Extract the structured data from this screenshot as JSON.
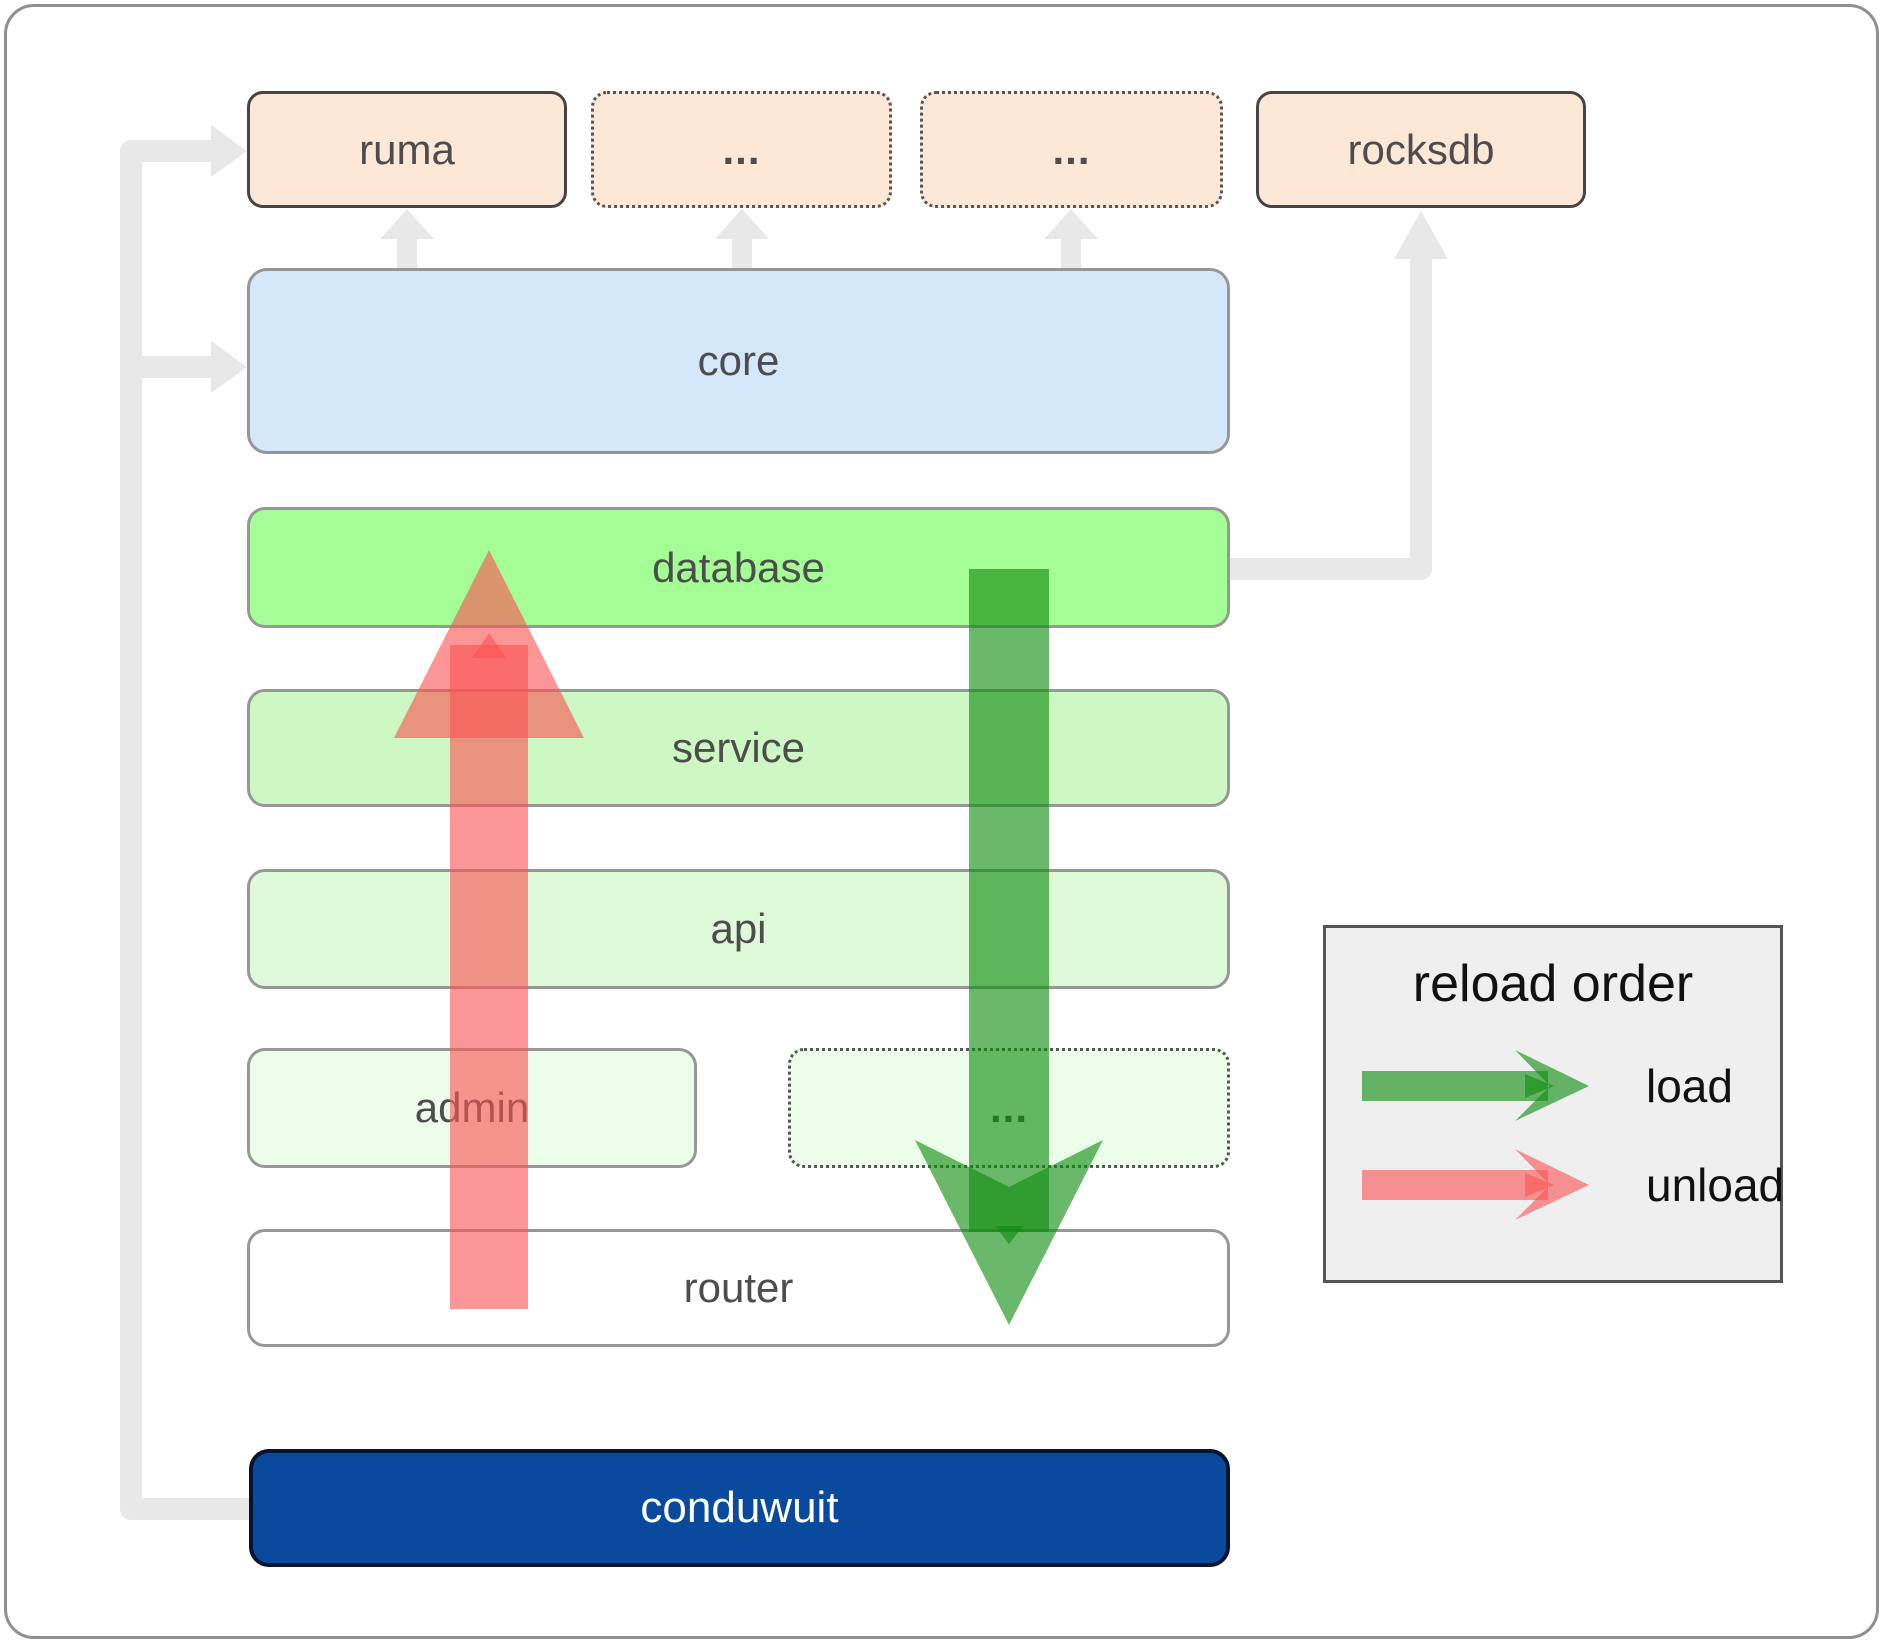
{
  "boxes": {
    "ruma": {
      "label": "ruma"
    },
    "dots_top_1": {
      "label": "..."
    },
    "dots_top_2": {
      "label": "..."
    },
    "rocksdb": {
      "label": "rocksdb"
    },
    "core": {
      "label": "core"
    },
    "database": {
      "label": "database"
    },
    "service": {
      "label": "service"
    },
    "api": {
      "label": "api"
    },
    "admin": {
      "label": "admin"
    },
    "dots_mid": {
      "label": "..."
    },
    "router": {
      "label": "router"
    },
    "conduwuit": {
      "label": "conduwuit"
    }
  },
  "legend": {
    "title": "reload order",
    "items": [
      {
        "label": "load",
        "arrow": "green-right-arrow"
      },
      {
        "label": "unload",
        "arrow": "red-right-arrow"
      }
    ]
  },
  "colors": {
    "peach_fill": "#fde8d7",
    "dark_box_border": "#454545",
    "gray_box_border": "#979797",
    "core_fill": "#d5e8fb",
    "database_fill": "#a5fd96",
    "service_fill": "#cdf7c3",
    "api_fill": "#defad8",
    "admin_fill": "#ebfde8",
    "router_fill": "#ffffff",
    "conduwuit_fill": "#0a4a9e",
    "conduwuit_text": "#ffffff",
    "label_text": "#4d4d4d",
    "connector_gray": "#e8e8e8",
    "load_green": "rgba(15,141,15,0.62)",
    "unload_red": "rgba(250,84,84,0.62)",
    "legend_bg": "#efefef",
    "legend_border": "#555555"
  }
}
